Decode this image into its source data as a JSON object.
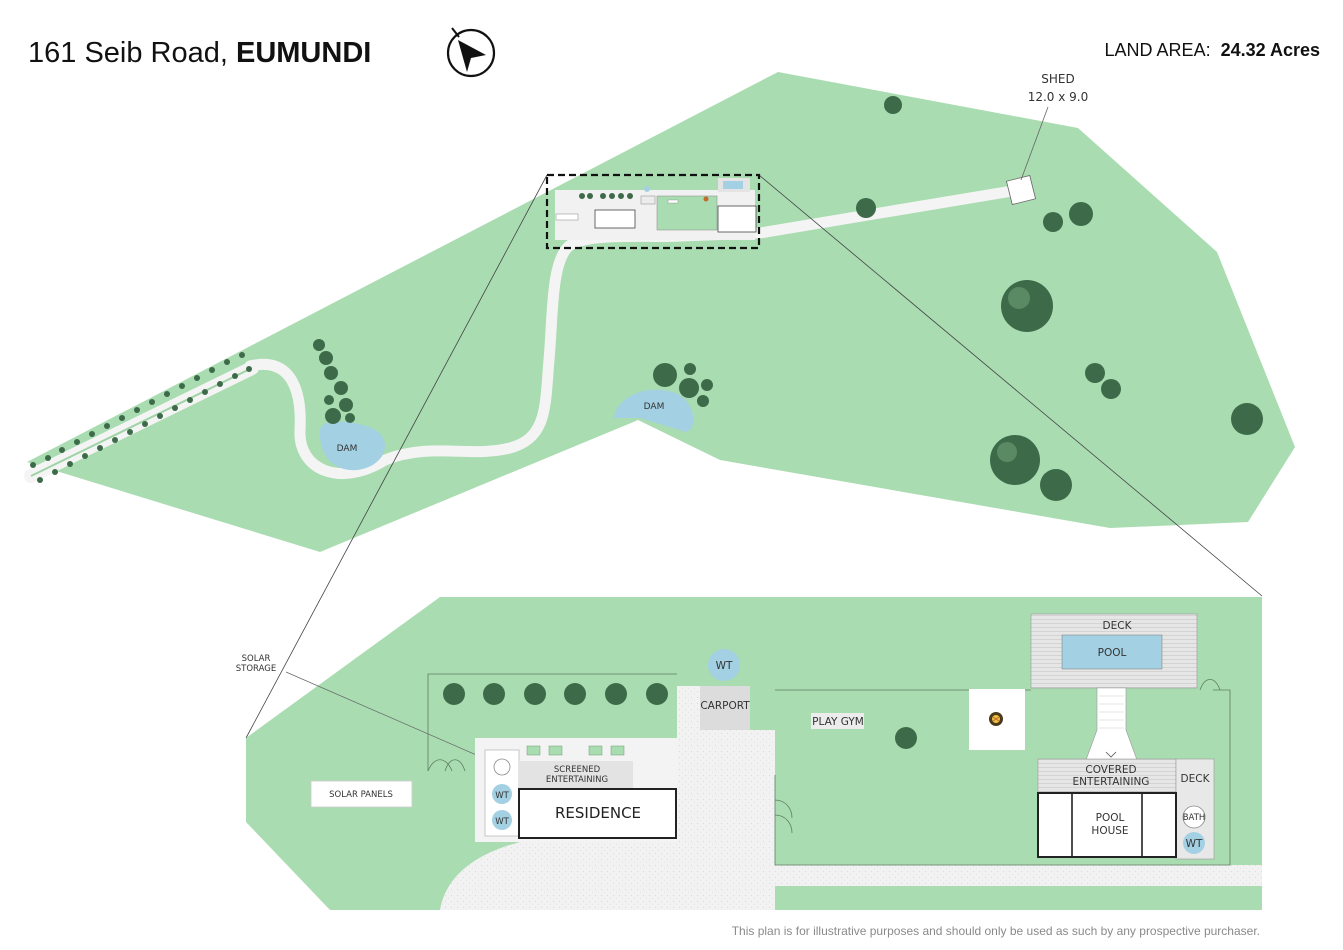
{
  "header": {
    "address": "161 Seib Road, ",
    "suburb": "EUMUNDI",
    "land_area_label": "LAND AREA:",
    "land_area_value": "24.32 Acres"
  },
  "overview": {
    "shed_label": "SHED",
    "shed_size": "12.0 x 9.0",
    "dam_left": "DAM",
    "dam_right": "DAM"
  },
  "detail": {
    "solar_storage_line1": "SOLAR",
    "solar_storage_line2": "STORAGE",
    "solar_panels": "SOLAR PANELS",
    "wt": "WT",
    "carport": "CARPORT",
    "play_gym": "PLAY GYM",
    "deck": "DECK",
    "pool": "POOL",
    "screened_line1": "SCREENED",
    "screened_line2": "ENTERTAINING",
    "residence": "RESIDENCE",
    "covered_line1": "COVERED",
    "covered_line2": "ENTERTAINING",
    "deck_small": "DECK",
    "pool_house_line1": "POOL",
    "pool_house_line2": "HOUSE",
    "bath": "BATH"
  },
  "footer": {
    "disclaimer": "This plan is for illustrative purposes and should only be used as such by any prospective purchaser."
  },
  "colors": {
    "grass": "#a9dcb0",
    "water": "#a3d0e3",
    "tree": "#3d6b4a",
    "path": "#f3f3f3"
  }
}
